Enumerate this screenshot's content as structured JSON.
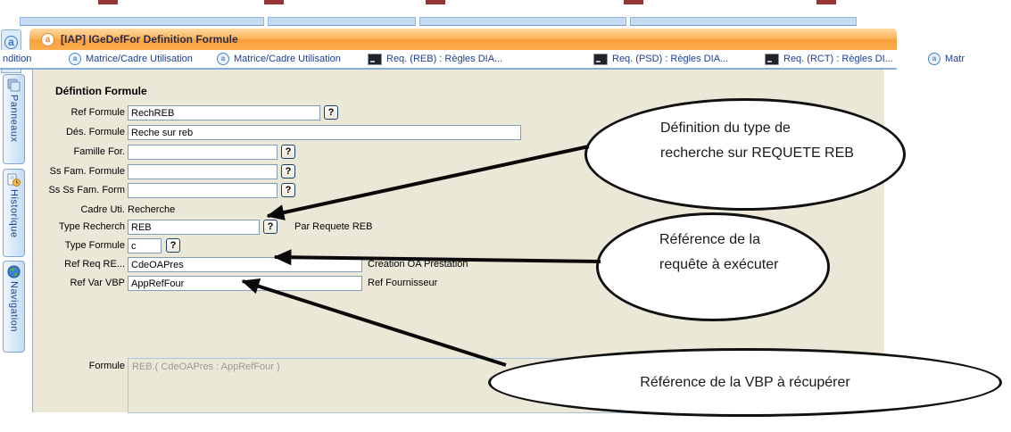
{
  "window": {
    "title": "[IAP] IGeDefFor Definition Formule",
    "logo": "a-logo-icon"
  },
  "tab_bar": {
    "items": [
      {
        "icon": "none",
        "label": "ndition"
      },
      {
        "icon": "a-logo-icon",
        "label": "Matrice/Cadre Utilisation"
      },
      {
        "icon": "a-logo-icon",
        "label": "Matrice/Cadre Utilisation"
      },
      {
        "icon": "console-icon",
        "label": "Req. (REB) : Règles DIA..."
      },
      {
        "icon": "console-icon",
        "label": "Req. (PSD) : Règles DIA..."
      },
      {
        "icon": "console-icon",
        "label": "Req. (RCT) : Règles DI..."
      },
      {
        "icon": "a-logo-icon",
        "label": "Matr"
      }
    ]
  },
  "sidebar": {
    "items": [
      {
        "icon": "panels-icon",
        "label": "Panneaux"
      },
      {
        "icon": "history-icon",
        "label": "Historique"
      },
      {
        "icon": "globe-icon",
        "label": "Navigation"
      }
    ]
  },
  "form": {
    "title": "Défintion Formule",
    "help_label": "?",
    "fields": [
      {
        "label": "Ref Formule",
        "value": "RechREB"
      },
      {
        "label": "Dés. Formule",
        "value": "Reche sur reb"
      },
      {
        "label": "Famille For.",
        "value": ""
      },
      {
        "label": "Ss Fam. Formule",
        "value": ""
      },
      {
        "label": "Ss Ss Fam. Form",
        "value": ""
      },
      {
        "label": "Cadre Uti.",
        "value": "Recherche"
      },
      {
        "label": "Type Recherch",
        "value": "REB",
        "note": "Par Requete REB"
      },
      {
        "label": "Type Formule",
        "value": "c"
      },
      {
        "label": "Ref Req  RE...",
        "value": "CdeOAPres",
        "note": "Creation OA Prestation"
      },
      {
        "label": "Ref Var VBP",
        "value": "AppRefFour",
        "note": "Ref Fournisseur"
      }
    ],
    "formule": {
      "label": "Formule",
      "value": "REB.( CdeOAPres : AppRefFour )"
    }
  },
  "callouts": [
    {
      "text": "Définition du type de recherche sur REQUETE REB"
    },
    {
      "text": "Référence de la requête à exécuter"
    },
    {
      "text": "Référence de la VBP à récupérer"
    }
  ],
  "colors": {
    "titlebar_orange": "#F9A03C",
    "tab_text_blue": "#1C3F94",
    "panel_beige": "#ECE8D8",
    "input_border": "#7F9DB9",
    "top_dash_red": "#963634"
  }
}
